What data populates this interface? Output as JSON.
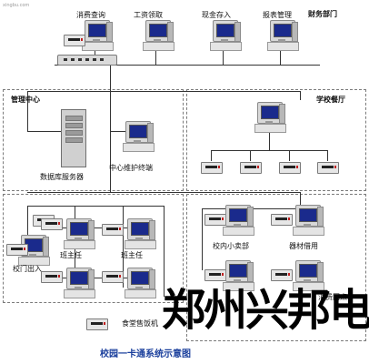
{
  "site_mark": "xingbu.com",
  "top": {
    "consume_query": "消费查询",
    "payroll": "工资领取",
    "cash_deposit": "现金存入",
    "reports": "报表管理",
    "finance_dept": "财务部门"
  },
  "mgmt": {
    "title": "管理中心",
    "db_server": "数据库服务器",
    "center_terminal": "中心维护终端"
  },
  "canteen": {
    "title": "学校餐厅"
  },
  "classroom": {
    "gate": "校门出入",
    "teacher_1": "班主任",
    "teacher_2": "班主任"
  },
  "shop": {
    "kiosk": "校内小卖部",
    "equipment": "器材借用",
    "consume_point": "消费网点"
  },
  "bottom": {
    "canteen_pos": "食堂售饭机",
    "caption": "校园一卡通系统示意图"
  },
  "watermark": "郑州兴邦电子"
}
